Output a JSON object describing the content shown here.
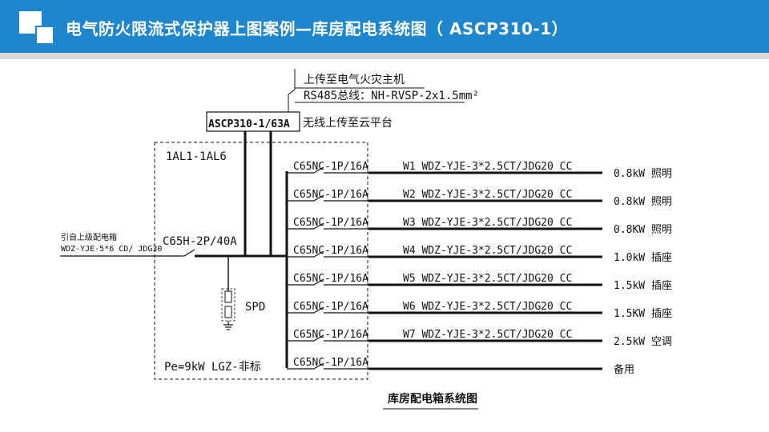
{
  "title": "电气防火限流式保护器上图案例—库房配电系统图（ ASCP310-1）",
  "upload_host_line1": "上传至电气火灾主机",
  "upload_host_line2": "RS485总线：NH-RVSP-2x1.5mm²",
  "device_label": "ASCP310-1/63A",
  "wireless_label": "无线上传至云平台",
  "box_label": "1AL1-1AL6",
  "incoming_line1": "引自上级配电箱",
  "incoming_line2": "WDZ-YJE-5*6 CD/ JDG30",
  "main_breaker": "C65H-2P/40A",
  "spd_label": "SPD",
  "pe_label": "Pe=9kW LGZ-非标",
  "caption": "库房配电箱系统图",
  "circuits": [
    {
      "breaker": "C65NC-1P/16A",
      "cable": "W1 WDZ-YJE-3*2.5CT/JDG20 CC",
      "load": "0.8kW 照明"
    },
    {
      "breaker": "C65NC-1P/16A",
      "cable": "W2 WDZ-YJE-3*2.5CT/JDG20 CC",
      "load": "0.8kW 照明"
    },
    {
      "breaker": "C65NC-1P/16A",
      "cable": "W3 WDZ-YJE-3*2.5CT/JDG20 CC",
      "load": "0.8KW 照明"
    },
    {
      "breaker": "C65NC-1P/16A",
      "cable": "W4 WDZ-YJE-3*2.5CT/JDG20 CC",
      "load": "1.0kW 插座"
    },
    {
      "breaker": "C65NC-1P/16A",
      "cable": "W5 WDZ-YJE-3*2.5CT/JDG20 CC",
      "load": "1.5kW 插座"
    },
    {
      "breaker": "C65NC-1P/16A",
      "cable": "W6 WDZ-YJE-3*2.5CT/JDG20 CC",
      "load": "1.5KW 插座"
    },
    {
      "breaker": "C65NC-1P/16A",
      "cable": "W7 WDZ-YJE-3*2.5CT/JDG20 CC",
      "load": "2.5kW 空调"
    },
    {
      "breaker": "C65NC-1P/16A",
      "cable": "",
      "load": "备用"
    }
  ],
  "colors": {
    "header": "#1d86cd",
    "stripe": "#d9d9d9",
    "line": "#111111"
  }
}
